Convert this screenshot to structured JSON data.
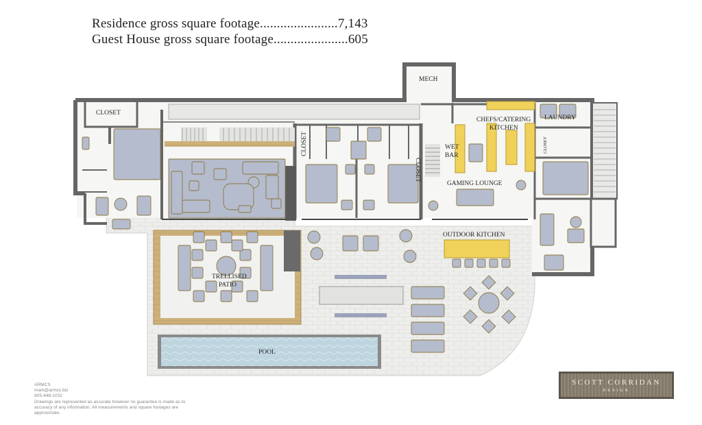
{
  "summary": {
    "residence": "Residence gross square footage.......................7,143",
    "guest_house": "Guest House gross square footage......................605"
  },
  "rooms": {
    "mech": "MECH",
    "closet_left": "CLOSET",
    "closet_center_left": "CLOSET",
    "closet_center_right": "CLOSET",
    "closet_right": "CLOSET",
    "chefs_kitchen_line1": "CHEFS/CATERING",
    "chefs_kitchen_line2": "KITCHEN",
    "laundry": "LAUNDRY",
    "wet_bar_line1": "WET",
    "wet_bar_line2": "BAR",
    "gaming_lounge": "GAMING LOUNGE",
    "outdoor_kitchen": "OUTDOOR KITCHEN",
    "patio_line1": "TRELLISED",
    "patio_line2": "PATIO",
    "pool": "POOL"
  },
  "credits": {
    "company": "ARMCS",
    "email": "mark@armcs.biz",
    "phone": "805-448-1032",
    "disclaimer": "Drawings are represented as accurate however no guarantee is made as to accuracy of any information. All measurements and square footages are approximate."
  },
  "logo": {
    "name": "SCOTT CORRIDAN",
    "sub": "DESIGN"
  },
  "colors": {
    "wall": "#6b6b6b",
    "floor_interior": "#f5f5f3",
    "floor_patio": "#ececea",
    "furniture": "#b5bccd",
    "furniture_border": "#8a7540",
    "wood": "#cfb37a",
    "counter_yellow": "#f0d25a",
    "pool": "#bcd3dd"
  }
}
